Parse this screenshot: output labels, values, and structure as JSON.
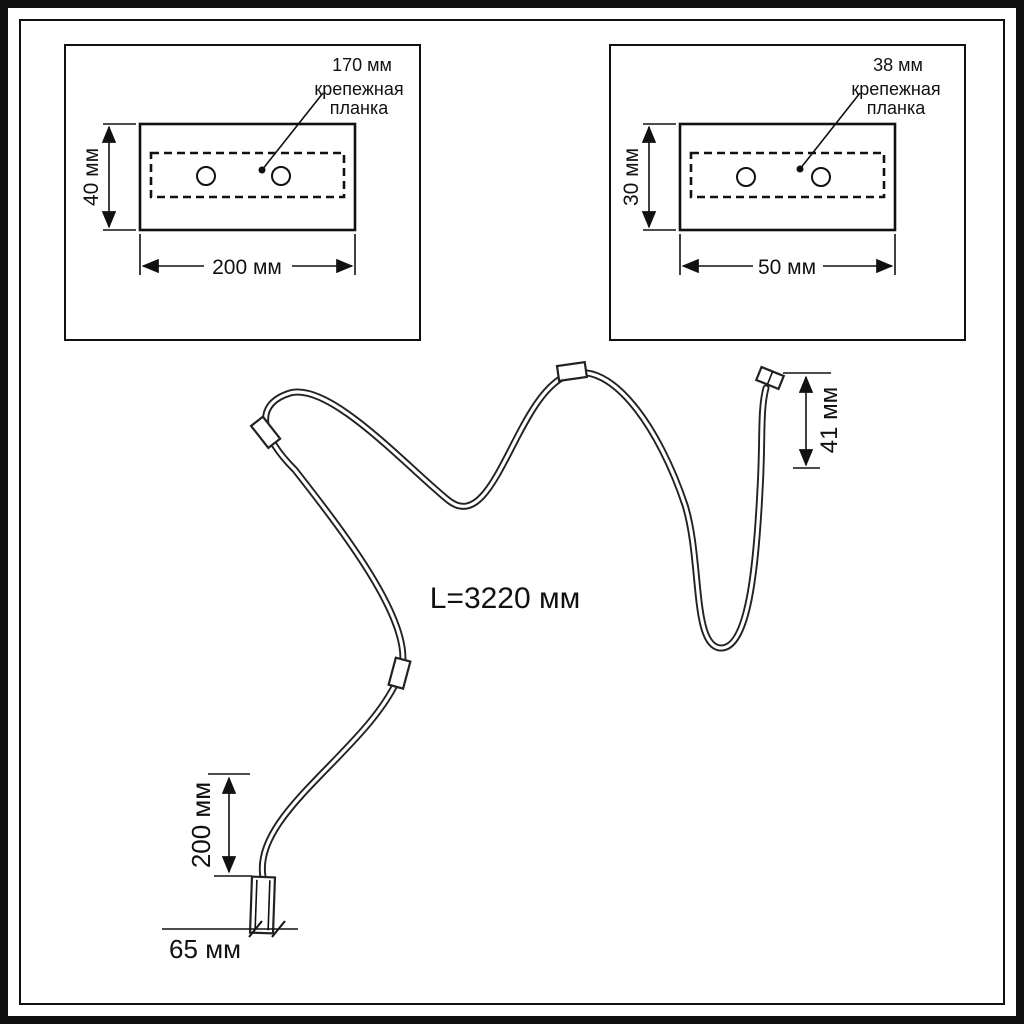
{
  "labels": {
    "left_plate": {
      "offset": "170 мм",
      "callout_line1": "крепежная",
      "callout_line2": "планка",
      "height": "40 мм",
      "width": "200 мм"
    },
    "right_plate": {
      "offset": "38 мм",
      "callout_line1": "крепежная",
      "callout_line2": "планка",
      "height": "30 мм",
      "width": "50 мм"
    },
    "cable": {
      "length": "L=3220 мм",
      "end_drop": "41 мм",
      "lower_segment": "200 мм",
      "connector_width": "65 мм"
    }
  },
  "colors": {
    "line": "#111111",
    "background": "#ffffff"
  }
}
